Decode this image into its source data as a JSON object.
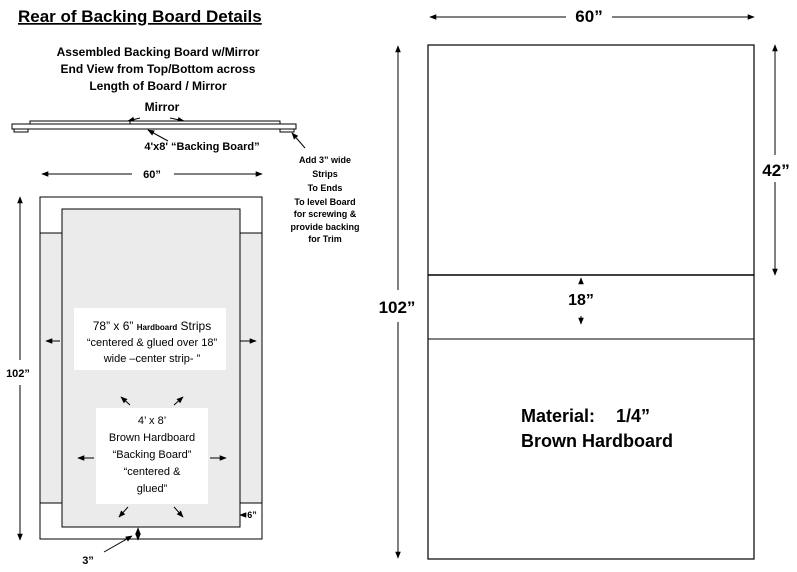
{
  "title": "Rear of Backing Board Details",
  "end_view": {
    "caption_lines": [
      "Assembled Backing Board w/Mirror",
      "End View from Top/Bottom across",
      "Length of Board / Mirror"
    ],
    "mirror_label": "Mirror",
    "backing_label": "4'x8' “Backing Board”",
    "strip_note_lines": [
      "Add 3” wide",
      "Strips",
      "To Ends",
      "To level Board",
      "for screwing &",
      "provide backing",
      "for Trim"
    ]
  },
  "small_view": {
    "width_label": "60”",
    "height_label": "102”",
    "strip_note": {
      "line1_prefix": "78” x 6” ",
      "line1_small": "Hardboard",
      "line1_suffix": " Strips",
      "line2": "“centered & glued over 18”",
      "line3": "wide –center strip- ”"
    },
    "hardboard_lines": [
      "4’ x 8’",
      "Brown Hardboard",
      "“Backing Board”",
      "“centered &",
      "glued”"
    ],
    "six_label": "6”",
    "three_label": "3”"
  },
  "large_view": {
    "width_label": "60”",
    "height_label": "102”",
    "top_section_label": "42”",
    "middle_section_label": "18”",
    "material_label": "Material:",
    "material_value": "1/4”",
    "material_type": "Brown Hardboard"
  }
}
